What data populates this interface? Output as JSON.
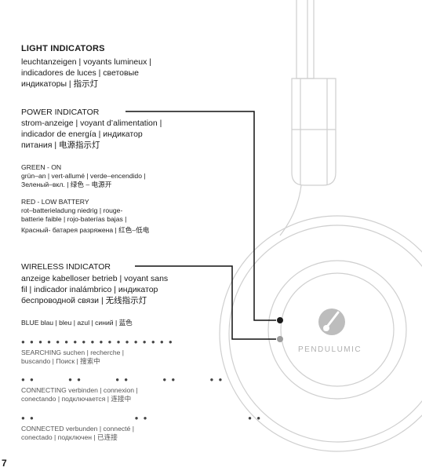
{
  "light_indicators": {
    "title": "LIGHT INDICATORS",
    "lines": [
      "leuchtanzeigen  |  voyants lumineux |",
      "indicadores de luces  |  световые",
      "индикаторы  |  指示灯"
    ]
  },
  "power": {
    "title": "POWER INDICATOR",
    "lines": [
      "strom-anzeige  |  voyant d’alimentation  |",
      "indicador de energía  |  индикатор",
      "питания  |  电源指示灯"
    ],
    "green": {
      "label": "GREEN - ON",
      "lines": [
        "grün–an  |  vert-allumé  |  verde–encendido  |",
        "Зеленый–вкл.  |  绿色 – 电源开"
      ]
    },
    "red": {
      "label": "RED - LOW BATTERY",
      "lines": [
        "rot–batterieladung niedrig  |  rouge-",
        "batterie faible  |  rojo-baterías bajas  |",
        "Красный- батарея разряжена  |  红色–低电"
      ]
    }
  },
  "wireless": {
    "title": "WIRELESS INDICATOR",
    "lines": [
      "anzeige kabelloser betrieb  |  voyant sans",
      "fil  |  indicador inalámbrico  |  индикатор",
      "беспроводной связи  |  无线指示灯"
    ],
    "blue": "BLUE    blau  |  bleu  |  azul  |  синий  |  蓝色",
    "searching": {
      "dots": "● ● ● ● ● ● ● ● ● ● ● ● ● ● ● ● ● ●",
      "lines": [
        "SEARCHING    suchen  |  recherche  |",
        "buscando  |  Поиск  |  搜索中"
      ]
    },
    "connecting": {
      "dots": "● ●          ● ●          ● ●          ● ●          ● ●",
      "lines": [
        "CONNECTING    verbinden  |  connexion  |",
        "conectando  |  подключается  |  连接中"
      ]
    },
    "connected": {
      "dots": "● ●                              ● ●                              ● ●",
      "lines": [
        "CONNECTED    verbunden  |  connecté  |",
        "conectado  |  подключен  |  已连接"
      ]
    }
  },
  "brand": "PENDULUMIC",
  "page_number": "7"
}
